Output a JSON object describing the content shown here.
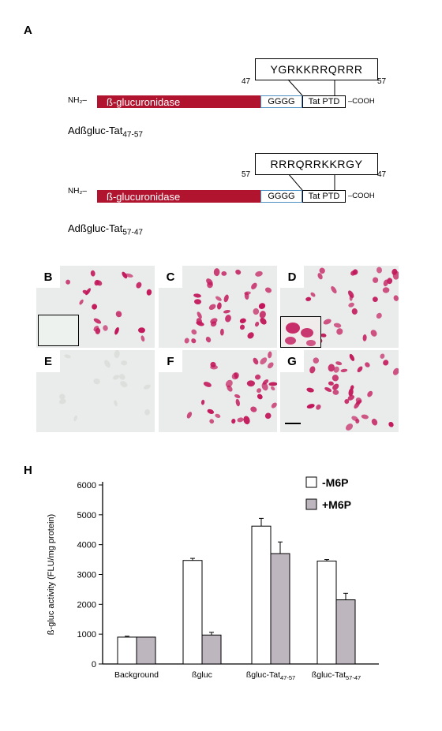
{
  "panel_a": {
    "letter": "A",
    "construct1": {
      "seq": "YGRKKRRQRRR",
      "num_left": "47",
      "num_right": "57",
      "nh2": "NH₂–",
      "gluc": "ß-glucuronidase",
      "linker": "GGGG",
      "ptd": "Tat PTD",
      "cooh": "–COOH",
      "name_main": "Adßgluc-Tat",
      "name_sub": "47-57"
    },
    "construct2": {
      "seq": "RRRQRRKKRGY",
      "num_left": "57",
      "num_right": "47",
      "nh2": "NH₂–",
      "gluc": "ß-glucuronidase",
      "linker": "GGGG",
      "ptd": "Tat PTD",
      "cooh": "–COOH",
      "name_main": "Adßgluc-Tat",
      "name_sub": "57-47"
    }
  },
  "micrographs": {
    "labels": [
      "B",
      "C",
      "D",
      "E",
      "F",
      "G"
    ],
    "cell_color": "#c2185b",
    "background_color": "#e9ecea"
  },
  "panel_h": {
    "letter": "H",
    "chart_data": {
      "type": "bar",
      "categories": [
        "Background",
        "ßgluc",
        "ßgluc-Tat47-57",
        "ßgluc-Tat57-47"
      ],
      "category_display": [
        {
          "main": "Background",
          "sub": ""
        },
        {
          "main": "ßgluc",
          "sub": ""
        },
        {
          "main": "ßgluc-Tat",
          "sub": "47-57"
        },
        {
          "main": "ßgluc-Tat",
          "sub": "57-47"
        }
      ],
      "series": [
        {
          "name": "-M6P",
          "values": [
            900,
            3470,
            4620,
            3450
          ],
          "errors": [
            30,
            70,
            260,
            50
          ],
          "color": "#ffffff"
        },
        {
          "name": "+M6P",
          "values": [
            900,
            970,
            3700,
            2150
          ],
          "errors": [
            0,
            90,
            390,
            220
          ],
          "color": "#bdb6bf"
        }
      ],
      "ylabel": "ß-gluc activity (FLU/mg protein)",
      "ylim": [
        0,
        6000
      ],
      "yticks": [
        0,
        1000,
        2000,
        3000,
        4000,
        5000,
        6000
      ],
      "legend_position": "top-right"
    }
  }
}
